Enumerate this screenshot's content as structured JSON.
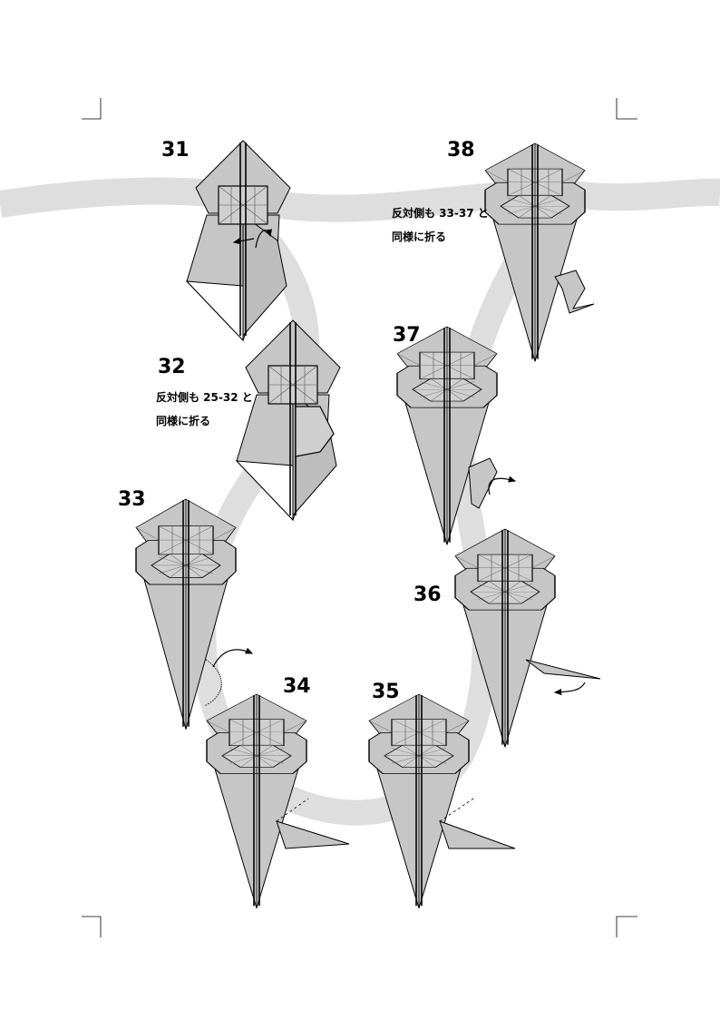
{
  "steps": [
    {
      "number": "31"
    },
    {
      "number": "32",
      "note": [
        "反対側も 25-32 と",
        "同様に折る"
      ]
    },
    {
      "number": "33"
    },
    {
      "number": "34"
    },
    {
      "number": "35"
    },
    {
      "number": "36"
    },
    {
      "number": "37"
    },
    {
      "number": "38",
      "note": [
        "反対側も 33-37 と",
        "同様に折る"
      ]
    }
  ],
  "colors": {
    "paper": "#c6c6c6",
    "paper_light": "#e6e6e6",
    "track": "#dedede",
    "line": "#000000",
    "crease": "#555555"
  }
}
